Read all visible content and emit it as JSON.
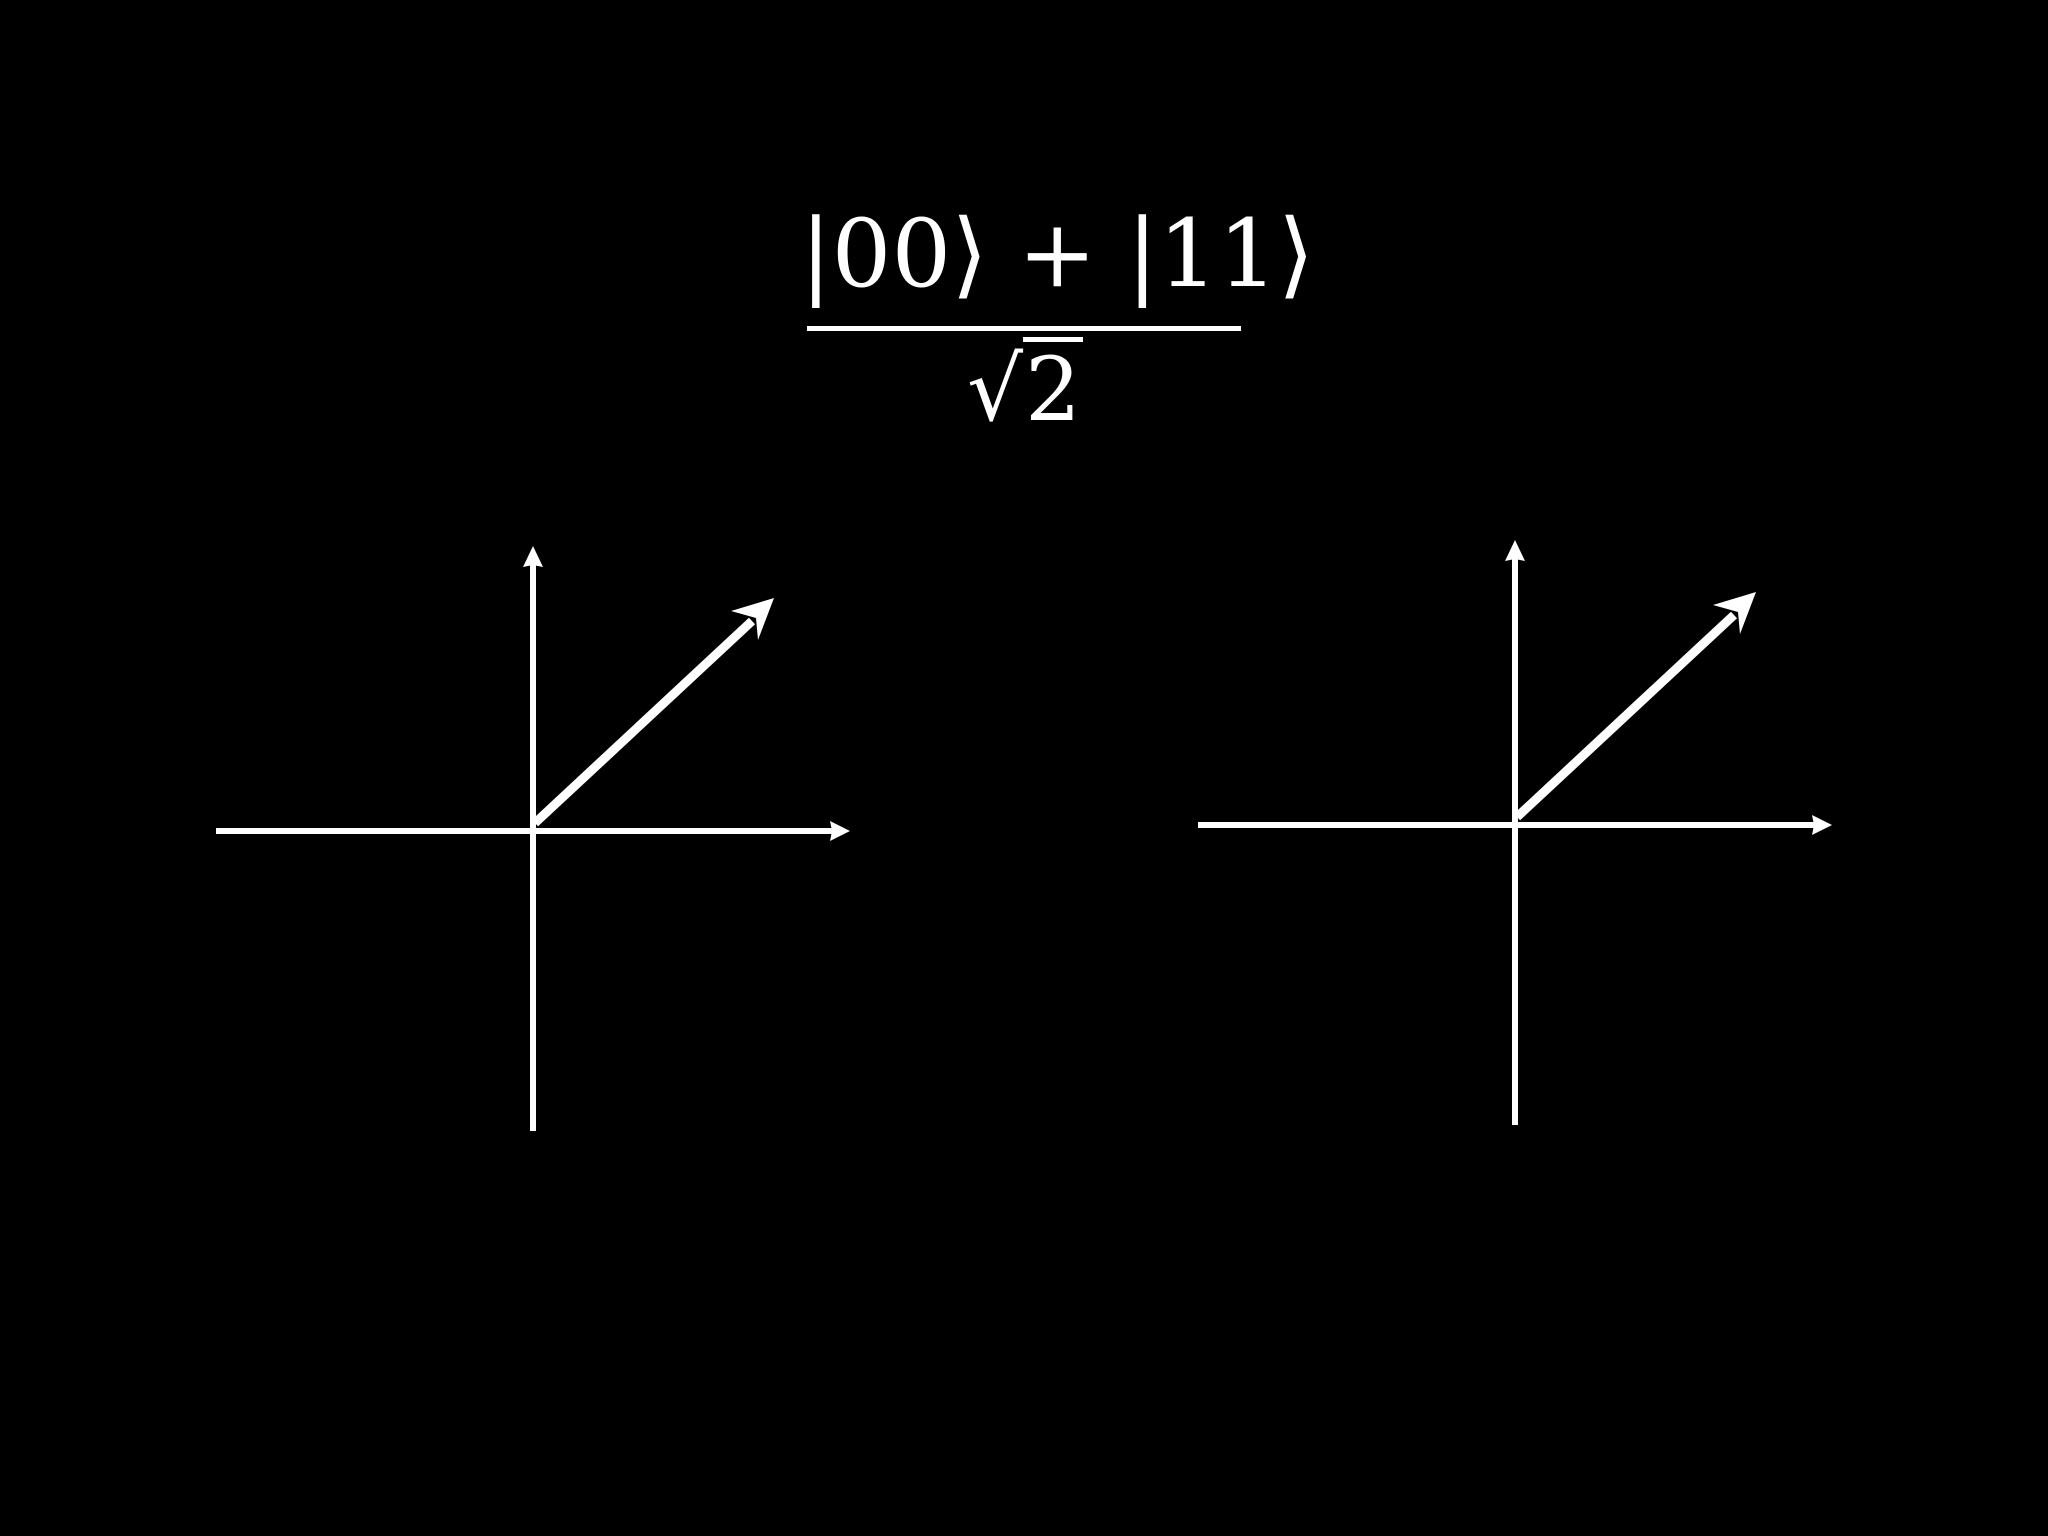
{
  "formula": {
    "numerator": "|00⟩ + |11⟩",
    "radical_sign": "√",
    "radicand": "2"
  },
  "colors": {
    "background": "#000000",
    "foreground": "#ffffff"
  },
  "diagrams": [
    {
      "name": "left-axes",
      "vector_angle_deg": 42
    },
    {
      "name": "right-axes",
      "vector_angle_deg": 42
    }
  ]
}
